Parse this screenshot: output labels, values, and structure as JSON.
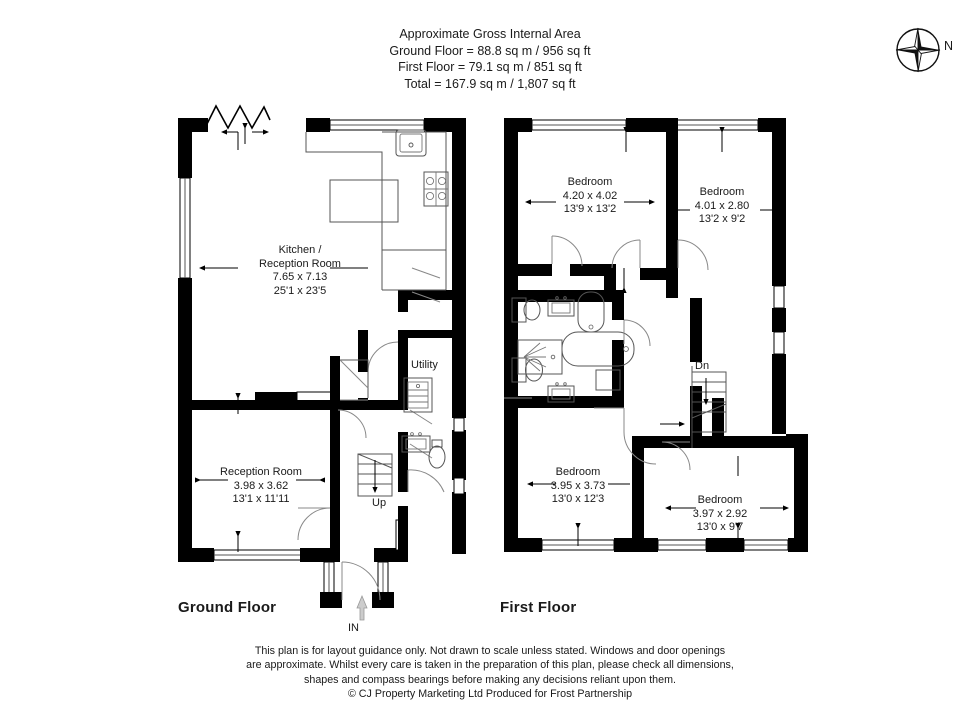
{
  "header": {
    "line1": "Approximate Gross Internal Area",
    "line2": "Ground Floor = 88.8 sq m / 956 sq ft",
    "line3": "First Floor = 79.1 sq m / 851 sq ft",
    "line4": "Total = 167.9 sq m / 1,807 sq ft"
  },
  "compass": {
    "north_label": "N"
  },
  "floors": {
    "ground": {
      "title": "Ground Floor",
      "entrance_label": "IN",
      "stairs_label": "Up",
      "utility_label": "Utility",
      "rooms": [
        {
          "name": "Kitchen /",
          "name2": "Reception Room",
          "metric": "7.65 x 7.13",
          "imperial": "25'1 x 23'5"
        },
        {
          "name": "Reception Room",
          "metric": "3.98 x 3.62",
          "imperial": "13'1 x 11'11"
        }
      ]
    },
    "first": {
      "title": "First Floor",
      "stairs_label": "Dn",
      "rooms": [
        {
          "name": "Bedroom",
          "metric": "4.20 x 4.02",
          "imperial": "13'9 x 13'2"
        },
        {
          "name": "Bedroom",
          "metric": "4.01 x 2.80",
          "imperial": "13'2 x 9'2"
        },
        {
          "name": "Bedroom",
          "metric": "3.95 x 3.73",
          "imperial": "13'0 x 12'3"
        },
        {
          "name": "Bedroom",
          "metric": "3.97 x 2.92",
          "imperial": "13'0 x 9'7"
        }
      ]
    }
  },
  "footer": {
    "line1": "This plan is for layout guidance only. Not drawn to scale unless stated. Windows and door openings",
    "line2": "are approximate. Whilst every care is taken in the preparation of this plan, please check all dimensions,",
    "line3": "shapes and compass bearings before making any decisions reliant upon them.",
    "line4": "© CJ Property Marketing Ltd Produced for Frost Partnership"
  },
  "colors": {
    "wall": "#000000",
    "fixture_line": "#555555",
    "text": "#1a1a1a",
    "background": "#ffffff"
  }
}
